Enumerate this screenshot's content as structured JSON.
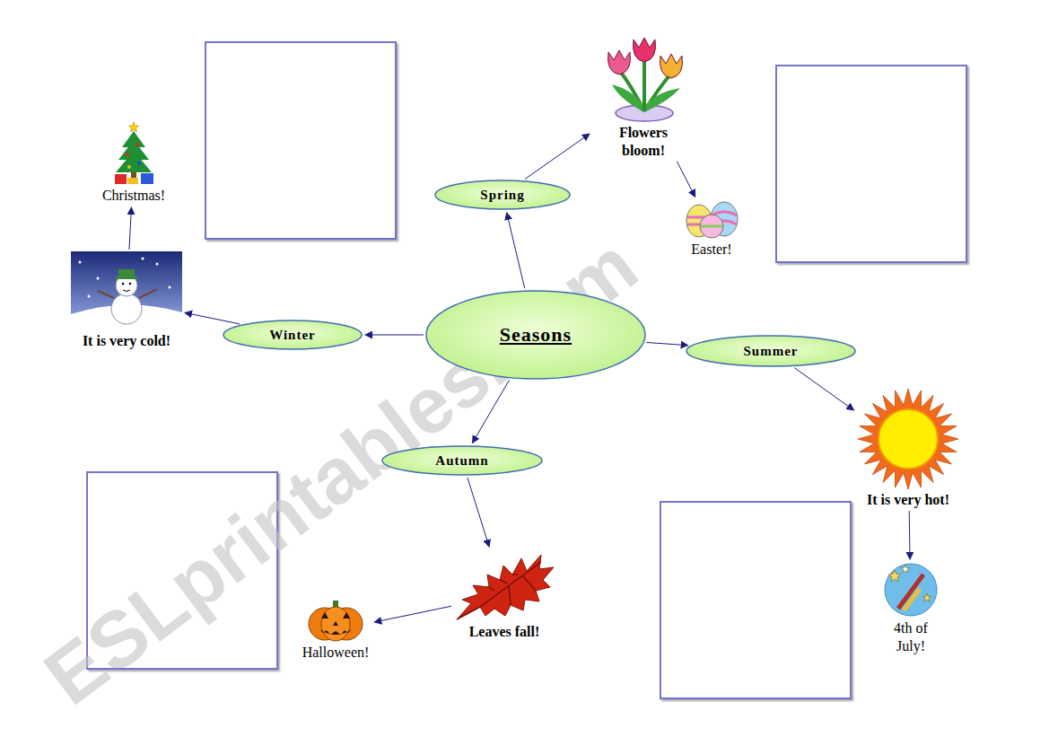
{
  "diagram": {
    "nodes": [
      {
        "text": [
          "Seasons"
        ]
      },
      {
        "text": [
          "Spring"
        ]
      },
      {
        "text": [
          "Winter"
        ]
      },
      {
        "text": [
          "Summer"
        ]
      },
      {
        "text": [
          "Autumn"
        ]
      },
      {
        "text": [
          "Flowers bloom!"
        ]
      },
      {
        "text": [
          "Easter!"
        ]
      },
      {
        "text": [
          "Christmas!"
        ]
      },
      {
        "text": [
          "It is very cold!"
        ]
      },
      {
        "text": [
          "It is very hot!"
        ]
      },
      {
        "text": [
          "4th of July!"
        ]
      },
      {
        "text": [
          "Leaves fall!"
        ]
      },
      {
        "text": [
          "Halloween!"
        ]
      }
    ],
    "edges": [
      {
        "from": 0,
        "to": 1,
        "arrow": "to"
      },
      {
        "from": 0,
        "to": 2,
        "arrow": "to"
      },
      {
        "from": 0,
        "to": 3,
        "arrow": "to"
      },
      {
        "from": 0,
        "to": 4,
        "arrow": "to"
      },
      {
        "from": 1,
        "to": 5,
        "arrow": "to"
      },
      {
        "from": 5,
        "to": 6,
        "arrow": "to"
      },
      {
        "from": 2,
        "to": 8,
        "arrow": "to"
      },
      {
        "from": 8,
        "to": 7,
        "arrow": "to"
      },
      {
        "from": 3,
        "to": 9,
        "arrow": "to"
      },
      {
        "from": 9,
        "to": 10,
        "arrow": "to"
      },
      {
        "from": 4,
        "to": 11,
        "arrow": "to"
      },
      {
        "from": 11,
        "to": 12,
        "arrow": "to"
      }
    ],
    "labels": [
      "ESLprintables.com"
    ]
  }
}
